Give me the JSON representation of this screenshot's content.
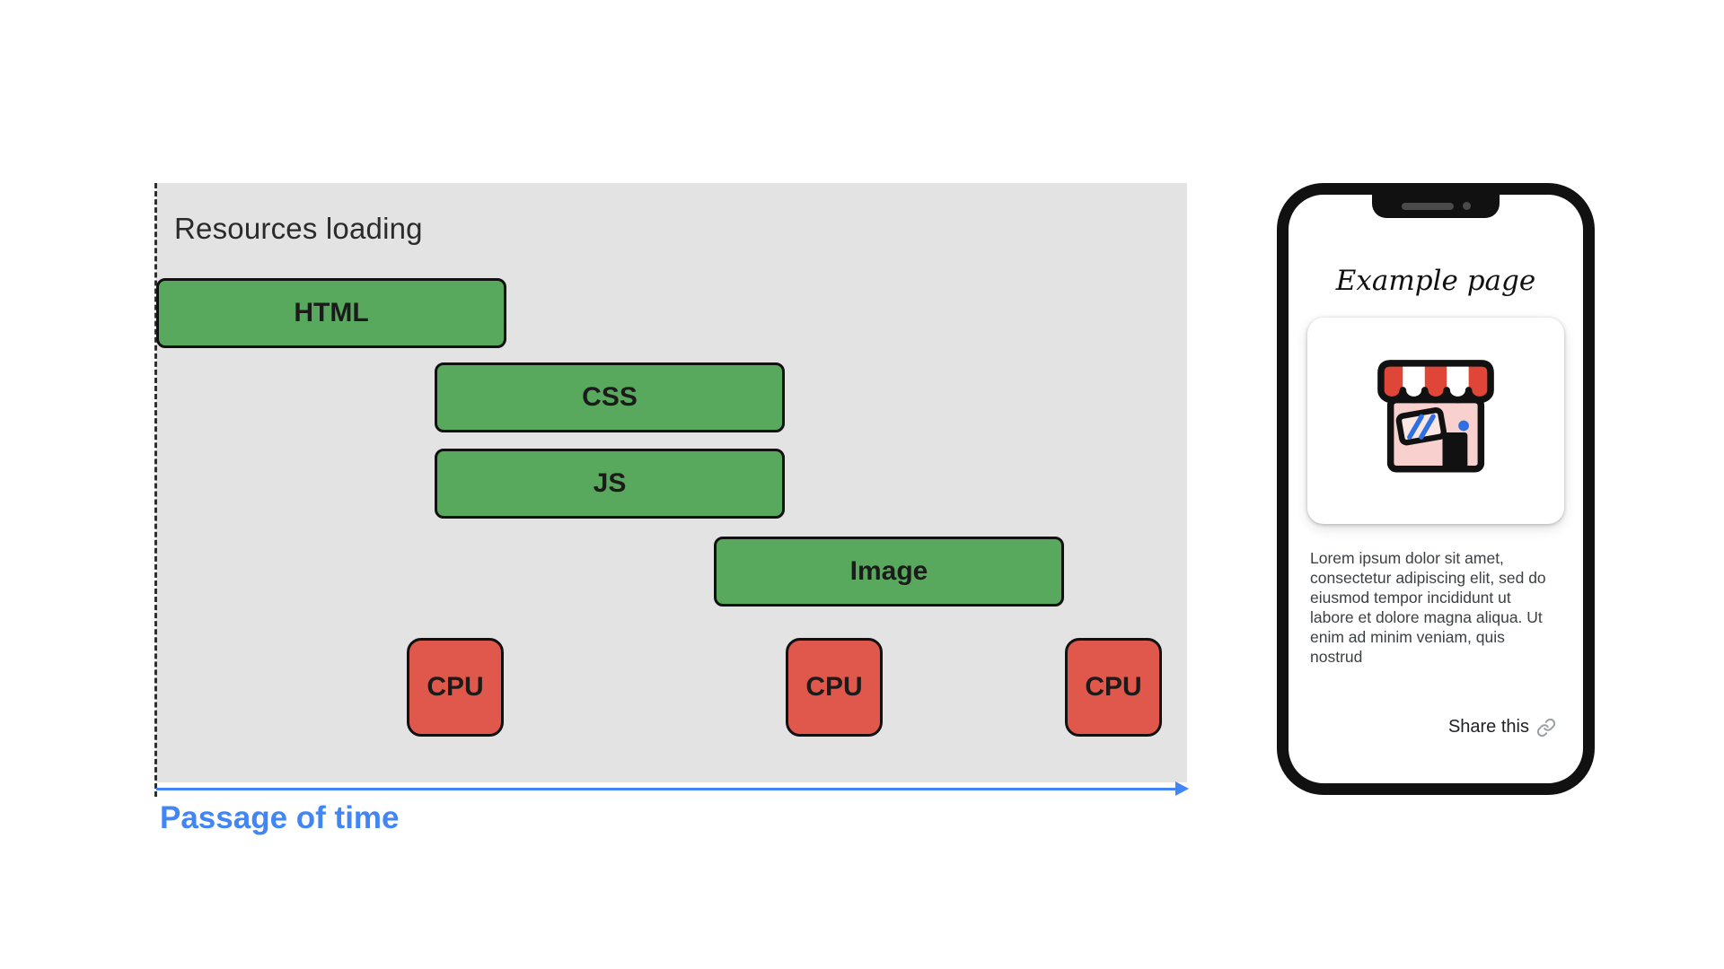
{
  "diagram": {
    "title": "Resources loading",
    "timeline_label": "Passage of time",
    "bars": [
      {
        "label": "HTML"
      },
      {
        "label": "CSS"
      },
      {
        "label": "JS"
      },
      {
        "label": "Image"
      }
    ],
    "cpu_blocks": [
      {
        "label": "CPU"
      },
      {
        "label": "CPU"
      },
      {
        "label": "CPU"
      }
    ]
  },
  "phone": {
    "page_title": "Example page",
    "body_text": "Lorem ipsum dolor sit amet, consectetur adipiscing elit, sed do eiusmod tempor incididunt ut labore et dolore magna aliqua. Ut enim ad minim veniam, quis nostrud",
    "share_label": "Share this"
  },
  "icons": {
    "share": "link-icon",
    "card_image": "storefront-icon",
    "notch": [
      "speaker-slot",
      "camera-dot"
    ]
  },
  "colors": {
    "resource_green": "#58A85D",
    "cpu_red": "#E0584B",
    "timeline_blue": "#4285F4",
    "panel_bg": "#E3E3E3"
  }
}
